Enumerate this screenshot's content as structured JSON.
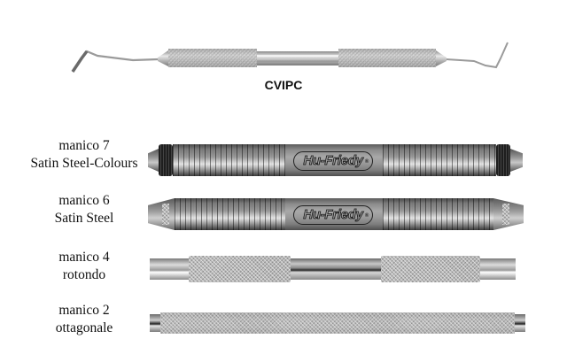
{
  "instrument": {
    "code": "CVIPC"
  },
  "handles": [
    {
      "label_line1": "manico 7",
      "label_line2": "Satin Steel-Colours",
      "type": "satin-steel-colours",
      "brand": "Hu-Friedy",
      "brand_mark": "®"
    },
    {
      "label_line1": "manico 6",
      "label_line2": "Satin Steel",
      "type": "satin-steel",
      "brand": "Hu-Friedy",
      "brand_mark": "®"
    },
    {
      "label_line1": "manico 4",
      "label_line2": "rotondo",
      "type": "round"
    },
    {
      "label_line1": "manico 2",
      "label_line2": "ottagonale",
      "type": "octagonal"
    }
  ],
  "colors": {
    "background": "#ffffff",
    "text": "#111111",
    "steel_light": "#d8d8d8",
    "steel_dark": "#5a5a5a",
    "satin_dark": "#3a3a3a"
  }
}
